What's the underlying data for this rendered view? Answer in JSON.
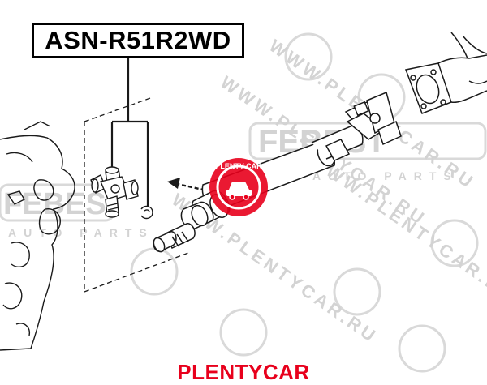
{
  "part_number": "ASN-R51R2WD",
  "brand": "PLENTYCAR",
  "watermark": {
    "logo_text": "FEBEST",
    "tagline": "AUTO PARTS",
    "url": "WWW.PLENTYCAR.RU",
    "badge_text": "PLENTY CAR"
  },
  "colors": {
    "brand_red": "#e8001c",
    "line": "#1a1a1a",
    "watermark": "#d6d6d6"
  }
}
